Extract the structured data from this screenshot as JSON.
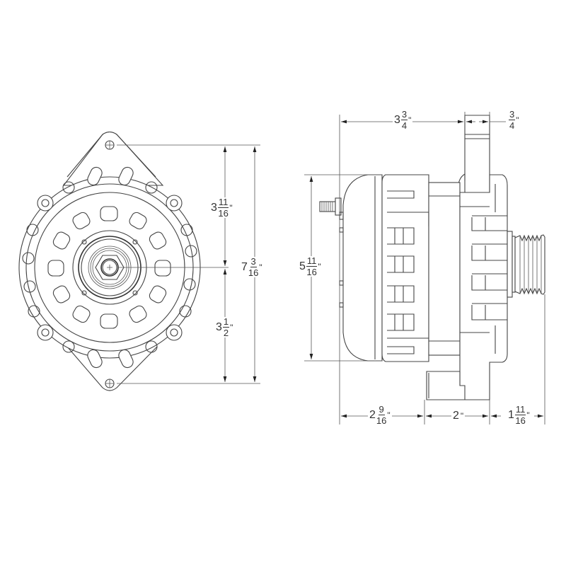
{
  "diagram": {
    "subject": "alternator dimension drawing",
    "stroke_color": "#444444",
    "background": "#ffffff",
    "views": {
      "front": {
        "dimensions": {
          "upper_height": {
            "whole": "3",
            "num": "11",
            "den": "16",
            "unit": "\""
          },
          "total_height": {
            "whole": "7",
            "num": "3",
            "den": "16",
            "unit": "\""
          },
          "lower_height": {
            "whole": "3",
            "num": "1",
            "den": "2",
            "unit": "\""
          }
        }
      },
      "side": {
        "dimensions": {
          "top_depth": {
            "whole": "3",
            "num": "3",
            "den": "4",
            "unit": "\""
          },
          "top_mount_width": {
            "whole": "",
            "num": "3",
            "den": "4",
            "unit": "\""
          },
          "body_height": {
            "whole": "5",
            "num": "11",
            "den": "16",
            "unit": "\""
          },
          "bottom_rear": {
            "whole": "2",
            "num": "9",
            "den": "16",
            "unit": "\""
          },
          "bottom_middle": {
            "whole": "2",
            "num": "",
            "den": "",
            "unit": "\""
          },
          "bottom_front": {
            "whole": "1",
            "num": "11",
            "den": "16",
            "unit": "\""
          }
        }
      }
    }
  }
}
